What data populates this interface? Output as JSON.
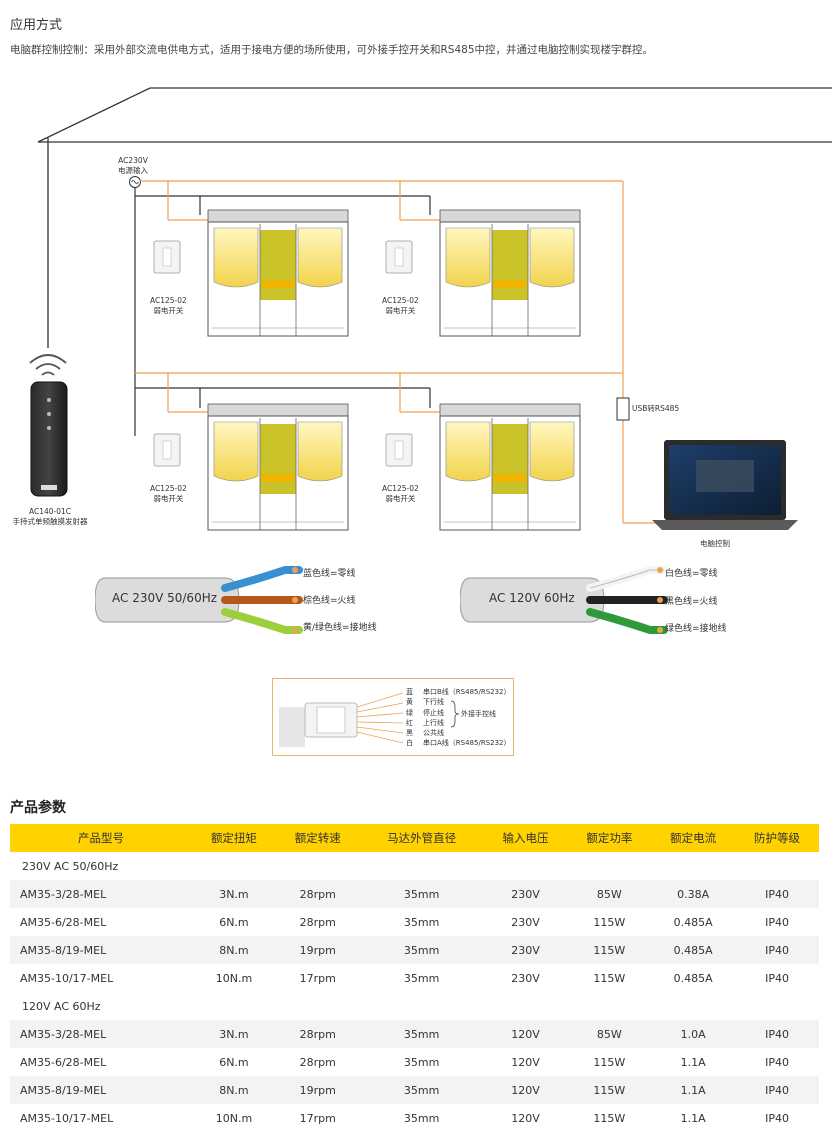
{
  "application": {
    "title": "应用方式",
    "description": "电脑群控制控制：采用外部交流电供电方式，适用于接电方便的场所使用，可外接手控开关和RS485中控，并通过电脑控制实现楼宇群控。"
  },
  "diagram": {
    "power_input_line1": "AC230V",
    "power_input_line2": "电源输入",
    "switch_model": "AC125-02",
    "switch_name": "弱电开关",
    "usb_label": "USB转RS485",
    "remote_model": "AC140-01C",
    "remote_name": "手持式单频触摸发射器",
    "pc_label": "电脑控制",
    "cable_230": {
      "label": "AC 230V 50/60Hz",
      "wires": [
        "蓝色线=零线",
        "棕色线=火线",
        "黄/绿色线=接地线"
      ]
    },
    "cable_120": {
      "label": "AC 120V 60Hz",
      "wires": [
        "白色线=零线",
        "黑色线=火线",
        "绿色线=接地线"
      ]
    },
    "connector": {
      "colors": [
        "蓝",
        "黄",
        "绿",
        "红",
        "黑",
        "白"
      ],
      "functions": [
        "串口B线（RS485/RS232）",
        "下行线",
        "停止线",
        "上行线",
        "公共线",
        "串口A线（RS485/RS232）"
      ],
      "bracket_label": "外接手控线"
    },
    "colors": {
      "orange_wire": "#f0a050",
      "structure": "#333333",
      "fabric": "#f6e27a"
    }
  },
  "params": {
    "title": "产品参数",
    "headers": [
      "产品型号",
      "额定扭矩",
      "额定转速",
      "马达外管直径",
      "输入电压",
      "额定功率",
      "额定电流",
      "防护等级"
    ],
    "group_230": "230V AC 50/60Hz",
    "rows_230": [
      [
        "AM35-3/28-MEL",
        "3N.m",
        "28rpm",
        "35mm",
        "230V",
        "85W",
        "0.38A",
        "IP40"
      ],
      [
        "AM35-6/28-MEL",
        "6N.m",
        "28rpm",
        "35mm",
        "230V",
        "115W",
        "0.485A",
        "IP40"
      ],
      [
        "AM35-8/19-MEL",
        "8N.m",
        "19rpm",
        "35mm",
        "230V",
        "115W",
        "0.485A",
        "IP40"
      ],
      [
        "AM35-10/17-MEL",
        "10N.m",
        "17rpm",
        "35mm",
        "230V",
        "115W",
        "0.485A",
        "IP40"
      ]
    ],
    "group_120": "120V AC 60Hz",
    "rows_120": [
      [
        "AM35-3/28-MEL",
        "3N.m",
        "28rpm",
        "35mm",
        "120V",
        "85W",
        "1.0A",
        "IP40"
      ],
      [
        "AM35-6/28-MEL",
        "6N.m",
        "28rpm",
        "35mm",
        "120V",
        "115W",
        "1.1A",
        "IP40"
      ],
      [
        "AM35-8/19-MEL",
        "8N.m",
        "19rpm",
        "35mm",
        "120V",
        "115W",
        "1.1A",
        "IP40"
      ],
      [
        "AM35-10/17-MEL",
        "10N.m",
        "17rpm",
        "35mm",
        "120V",
        "115W",
        "1.1A",
        "IP40"
      ]
    ]
  }
}
